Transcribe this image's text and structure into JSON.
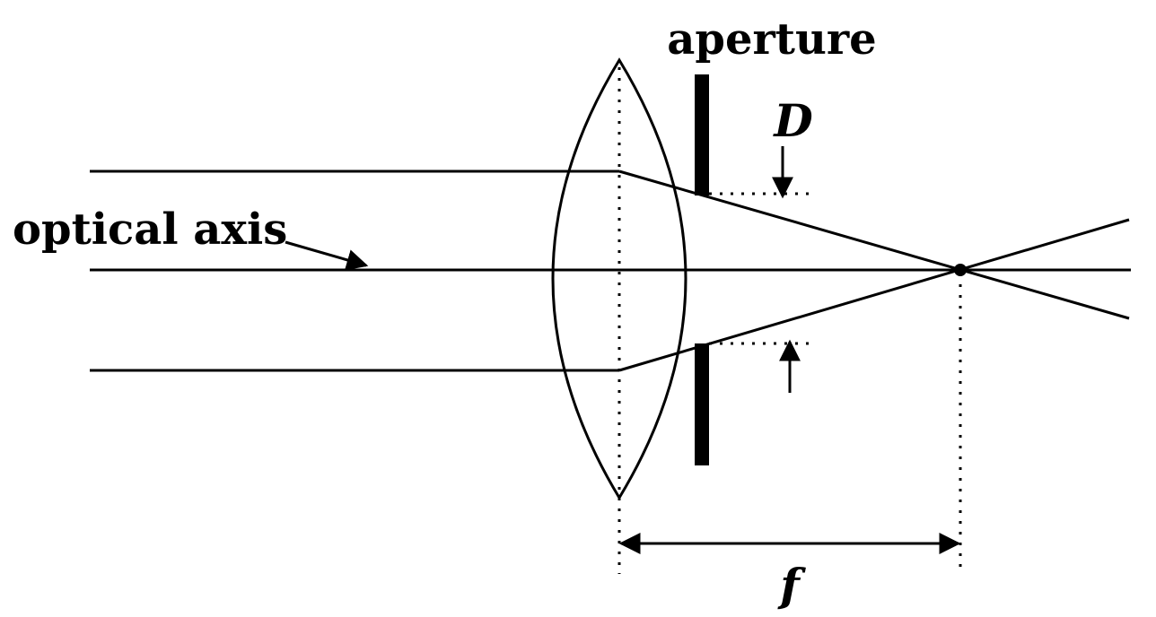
{
  "labels": {
    "aperture": "aperture",
    "optical_axis": "optical axis",
    "diameter": "D",
    "focal_length": "f"
  },
  "colors": {
    "ink": "#000000",
    "background": "#ffffff"
  }
}
